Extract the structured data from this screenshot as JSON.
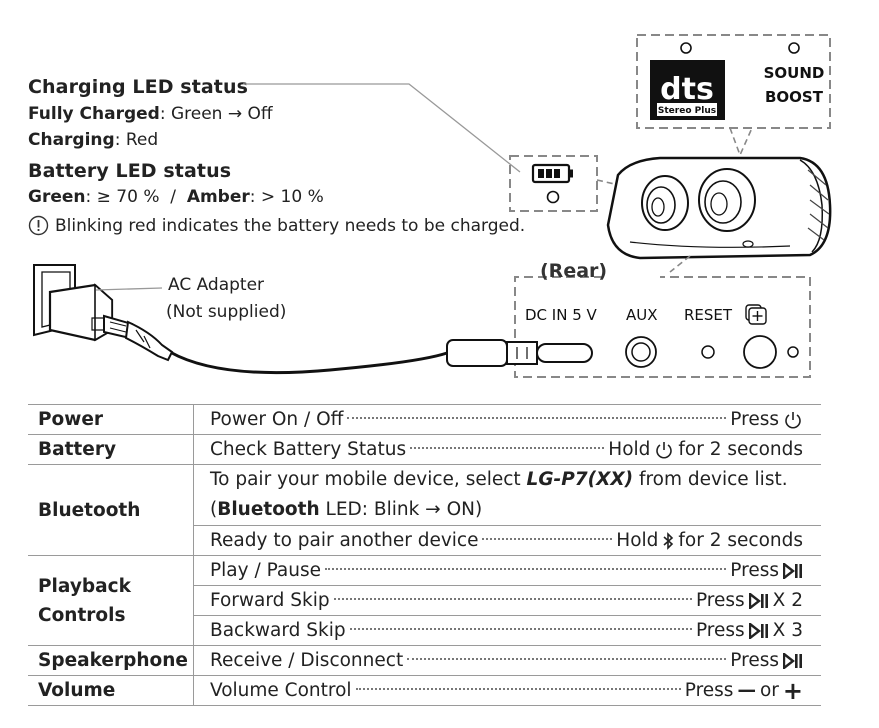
{
  "charging": {
    "title": "Charging LED status",
    "full_label": "Fully Charged",
    "full_value": ": Green → Off",
    "charging_label": "Charging",
    "charging_value": ": Red"
  },
  "battery": {
    "title": "Battery LED status",
    "green_label": "Green",
    "green_value": ": ≥ 70 %  /  ",
    "amber_label": "Amber",
    "amber_value": ": > 10 %",
    "note": "Blinking red indicates the battery needs to be charged."
  },
  "adapter": {
    "line1": "AC Adapter",
    "line2": "(Not supplied)"
  },
  "badges": {
    "dts": "dts",
    "dts_sub": "Stereo Plus",
    "sound_boost_1": "SOUND",
    "sound_boost_2": "BOOST"
  },
  "rear": {
    "title": "(Rear)",
    "dc_in": "DC IN 5 V",
    "aux": "AUX",
    "reset": "RESET"
  },
  "table": {
    "power": {
      "category": "Power",
      "desc": "Power On / Off",
      "action": "Press"
    },
    "battery": {
      "category": "Battery",
      "desc": "Check Battery Status",
      "action_pre": "Hold",
      "action_post": "for 2 seconds"
    },
    "bluetooth": {
      "category": "Bluetooth",
      "pair_pre": "To pair your mobile device, select ",
      "pair_model": "LG-P7(XX)",
      "pair_post": " from device list.",
      "led_open": "(",
      "led_label": "Bluetooth",
      "led_post": " LED: Blink → ON)",
      "another_desc": "Ready to pair another device",
      "another_pre": "Hold",
      "another_post": "for 2 seconds"
    },
    "playback": {
      "category_1": "Playback",
      "category_2": "Controls",
      "play_desc": "Play / Pause",
      "play_action": "Press",
      "fwd_desc": "Forward Skip",
      "fwd_action": "Press",
      "fwd_times": "X 2",
      "back_desc": "Backward Skip",
      "back_action": "Press",
      "back_times": "X 3"
    },
    "speakerphone": {
      "category": "Speakerphone",
      "desc": "Receive / Disconnect",
      "action": "Press"
    },
    "volume": {
      "category": "Volume",
      "desc": "Volume Control",
      "action": "Press",
      "minus": "—",
      "or": "or",
      "plus": "+"
    }
  }
}
